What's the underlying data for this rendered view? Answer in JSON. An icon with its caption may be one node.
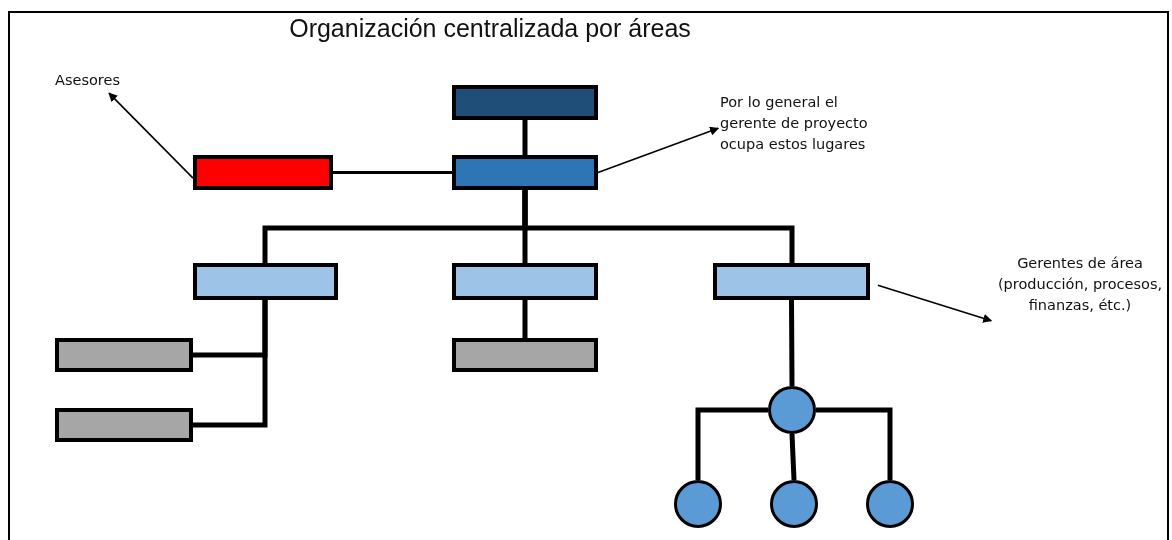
{
  "diagram": {
    "title": "Organización centralizada por áreas",
    "nodes": [
      {
        "text": [],
        "shape": "box"
      },
      {
        "text": [],
        "shape": "box"
      },
      {
        "text": [],
        "shape": "box"
      },
      {
        "text": [],
        "shape": "box"
      },
      {
        "text": [],
        "shape": "box"
      },
      {
        "text": [],
        "shape": "box"
      },
      {
        "text": [],
        "shape": "box"
      },
      {
        "text": [],
        "shape": "box"
      },
      {
        "text": [],
        "shape": "box"
      },
      {
        "text": [],
        "shape": "circle"
      },
      {
        "text": [],
        "shape": "circle"
      },
      {
        "text": [],
        "shape": "circle"
      },
      {
        "text": [],
        "shape": "circle"
      },
      {
        "text": [
          "Asesores"
        ]
      },
      {
        "text": [
          "Por lo general el gerente de proyecto ocupa estos lugares"
        ]
      },
      {
        "text": [
          "Gerentes de área (producción, procesos, finanzas, étc.)"
        ]
      }
    ],
    "edges": [
      {
        "from": 0,
        "to": 1,
        "arrow": "none"
      },
      {
        "from": 2,
        "to": 1,
        "arrow": "none"
      },
      {
        "from": 1,
        "to": 3,
        "arrow": "none"
      },
      {
        "from": 1,
        "to": 4,
        "arrow": "none"
      },
      {
        "from": 1,
        "to": 5,
        "arrow": "none"
      },
      {
        "from": 3,
        "to": 6,
        "arrow": "none"
      },
      {
        "from": 3,
        "to": 7,
        "arrow": "none"
      },
      {
        "from": 4,
        "to": 8,
        "arrow": "none"
      },
      {
        "from": 5,
        "to": 9,
        "arrow": "none"
      },
      {
        "from": 9,
        "to": 10,
        "arrow": "none"
      },
      {
        "from": 9,
        "to": 11,
        "arrow": "none"
      },
      {
        "from": 9,
        "to": 12,
        "arrow": "none"
      },
      {
        "from": 2,
        "to": 13,
        "arrow": "to"
      },
      {
        "from": 1,
        "to": 14,
        "arrow": "to"
      },
      {
        "from": 5,
        "to": 15,
        "arrow": "to"
      }
    ]
  }
}
